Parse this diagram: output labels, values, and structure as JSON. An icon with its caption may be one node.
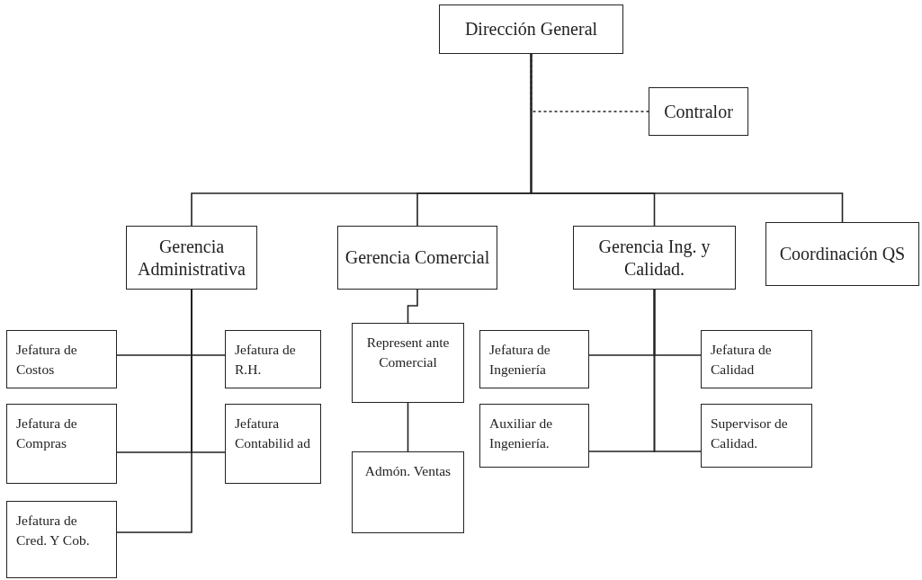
{
  "diagram": {
    "nodes": [
      {
        "text": [
          "Dirección General"
        ]
      },
      {
        "text": [
          "Contralor"
        ]
      },
      {
        "text": [
          "Gerencia Administrativa"
        ]
      },
      {
        "text": [
          "Gerencia Comercial"
        ]
      },
      {
        "text": [
          "Gerencia Ing. y Calidad."
        ]
      },
      {
        "text": [
          "Coordinación QS"
        ]
      },
      {
        "text": [
          "Jefatura de Costos"
        ]
      },
      {
        "text": [
          "Jefatura de R.H."
        ]
      },
      {
        "text": [
          "Jefatura de Compras"
        ]
      },
      {
        "text": [
          "Jefatura Contabilid ad"
        ]
      },
      {
        "text": [
          "Jefatura de Cred. Y Cob."
        ]
      },
      {
        "text": [
          "Represent ante Comercial"
        ]
      },
      {
        "text": [
          "Admón. Ventas"
        ]
      },
      {
        "text": [
          "Jefatura de Ingeniería"
        ]
      },
      {
        "text": [
          "Jefatura de Calidad"
        ]
      },
      {
        "text": [
          "Auxiliar de Ingeniería."
        ]
      },
      {
        "text": [
          "Supervisor de Calidad."
        ]
      }
    ],
    "edges": [
      {
        "from": 0,
        "to": 1,
        "arrow": "none",
        "style": "dashed"
      },
      {
        "from": 0,
        "to": 2,
        "arrow": "none"
      },
      {
        "from": 0,
        "to": 3,
        "arrow": "none"
      },
      {
        "from": 0,
        "to": 4,
        "arrow": "none"
      },
      {
        "from": 0,
        "to": 5,
        "arrow": "none"
      },
      {
        "from": 2,
        "to": 6,
        "arrow": "none"
      },
      {
        "from": 2,
        "to": 7,
        "arrow": "none"
      },
      {
        "from": 2,
        "to": 8,
        "arrow": "none"
      },
      {
        "from": 2,
        "to": 9,
        "arrow": "none"
      },
      {
        "from": 2,
        "to": 10,
        "arrow": "none"
      },
      {
        "from": 3,
        "to": 11,
        "arrow": "none"
      },
      {
        "from": 11,
        "to": 12,
        "arrow": "none"
      },
      {
        "from": 4,
        "to": 13,
        "arrow": "none"
      },
      {
        "from": 4,
        "to": 14,
        "arrow": "none"
      },
      {
        "from": 4,
        "to": 15,
        "arrow": "none"
      },
      {
        "from": 4,
        "to": 16,
        "arrow": "none"
      }
    ]
  }
}
